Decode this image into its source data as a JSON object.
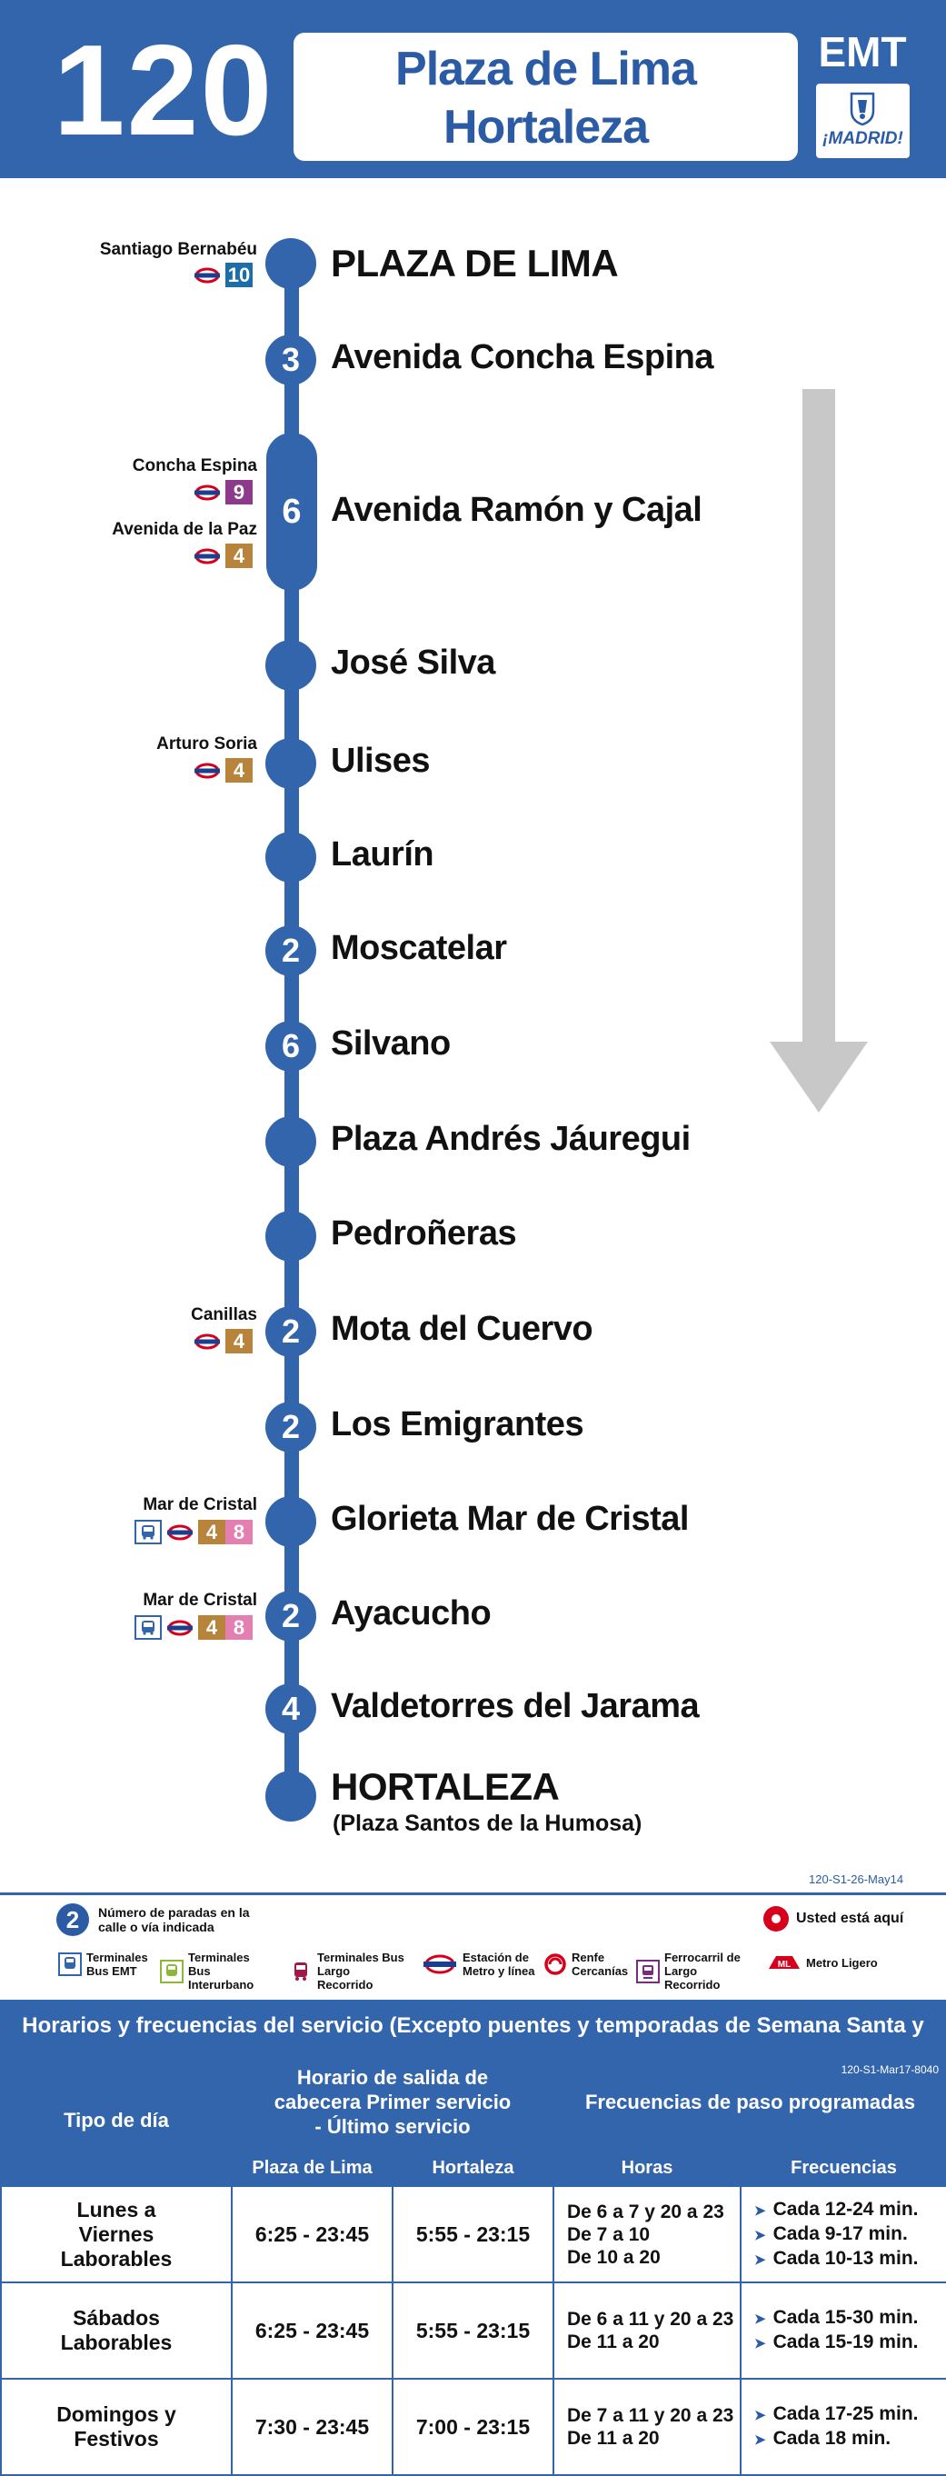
{
  "header": {
    "route_number": "120",
    "title_line1": "Plaza de Lima",
    "title_line2": "Hortaleza",
    "operator": "EMT",
    "city_logo_text": "¡MADRID!"
  },
  "stops": [
    {
      "name": "PLAZA DE LIMA",
      "count": ""
    },
    {
      "name": "Avenida Concha Espina",
      "count": "3"
    },
    {
      "name": "Avenida Ramón y Cajal",
      "count": "6"
    },
    {
      "name": "José Silva",
      "count": ""
    },
    {
      "name": "Ulises",
      "count": ""
    },
    {
      "name": "Laurín",
      "count": ""
    },
    {
      "name": "Moscatelar",
      "count": "2"
    },
    {
      "name": "Silvano",
      "count": "6"
    },
    {
      "name": "Plaza Andrés Jáuregui",
      "count": ""
    },
    {
      "name": "Pedroñeras",
      "count": ""
    },
    {
      "name": "Mota del Cuervo",
      "count": "2"
    },
    {
      "name": "Los Emigrantes",
      "count": "2"
    },
    {
      "name": "Glorieta Mar de Cristal",
      "count": ""
    },
    {
      "name": "Ayacucho",
      "count": "2"
    },
    {
      "name": "Valdetorres del Jarama",
      "count": "4"
    },
    {
      "name": "HORTALEZA",
      "count": "",
      "sub": "(Plaza Santos de la Humosa)"
    }
  ],
  "connections": {
    "santiago": {
      "station": "Santiago Bernabéu",
      "line": "10"
    },
    "concha": {
      "station": "Concha Espina",
      "line": "9"
    },
    "avpaz": {
      "station": "Avenida de la Paz",
      "line": "4"
    },
    "arturo": {
      "station": "Arturo Soria",
      "line": "4"
    },
    "canillas": {
      "station": "Canillas",
      "line": "4"
    },
    "mar1": {
      "station": "Mar de Cristal",
      "line_a": "4",
      "line_b": "8"
    },
    "mar2": {
      "station": "Mar de Cristal",
      "line_a": "4",
      "line_b": "8"
    }
  },
  "colors": {
    "emt_blue": "#3365ad",
    "line_10": "#1b6ea8",
    "line_9": "#8e3a8c",
    "line_4": "#b8833a",
    "line_8": "#e37fb1",
    "metro_red": "#d6001c"
  },
  "legend": {
    "ref_code": "120-S1-26-May14",
    "number_example": "2",
    "number_text": "Número de paradas en la calle o vía indicada",
    "here_text": "Usted está aquí",
    "items": [
      {
        "icon": "bus-terminal-icon",
        "text": "Terminales Bus EMT"
      },
      {
        "icon": "interurban-bus-icon",
        "text": "Terminales Bus Interurbano"
      },
      {
        "icon": "long-distance-bus-icon",
        "text": "Terminales Bus Largo Recorrido"
      },
      {
        "icon": "metro-icon",
        "text": "Estación de Metro y línea"
      },
      {
        "icon": "renfe-icon",
        "text": "Renfe Cercanías"
      },
      {
        "icon": "train-icon",
        "text": "Ferrocarril de Largo Recorrido"
      },
      {
        "icon": "light-rail-icon",
        "text": "Metro Ligero"
      }
    ]
  },
  "schedule": {
    "title": "Horarios y frecuencias del servicio (Excepto puentes y temporadas de Semana Santa y Verano)",
    "code": "120-S1-Mar17-8040",
    "col_day": "Tipo de día",
    "col_departure": "Horario de salida de cabecera Primer servicio - Último servicio",
    "col_freq": "Frecuencias de paso programadas",
    "sub_plaza": "Plaza de Lima",
    "sub_hortaleza": "Hortaleza",
    "sub_horas": "Horas",
    "sub_freqs": "Frecuencias",
    "rows": [
      {
        "day": "Lunes a Viernes Laborables",
        "plaza": "6:25 - 23:45",
        "hortaleza": "5:55 - 23:15",
        "hours": [
          "De 6 a 7 y 20 a 23",
          "De 7 a 10",
          "De 10 a 20"
        ],
        "freqs": [
          "Cada 12-24 min.",
          "Cada 9-17 min.",
          "Cada 10-13 min."
        ]
      },
      {
        "day": "Sábados Laborables",
        "plaza": "6:25 - 23:45",
        "hortaleza": "5:55 - 23:15",
        "hours": [
          "De 6 a 11 y 20 a 23",
          "De 11 a 20"
        ],
        "freqs": [
          "Cada 15-30 min.",
          "Cada 15-19 min."
        ]
      },
      {
        "day": "Domingos y Festivos",
        "plaza": "7:30 - 23:45",
        "hortaleza": "7:00 - 23:15",
        "hours": [
          "De 7 a 11 y 20 a 23",
          "De 11 a 20"
        ],
        "freqs": [
          "Cada 17-25 min.",
          "Cada 18 min."
        ]
      }
    ]
  }
}
